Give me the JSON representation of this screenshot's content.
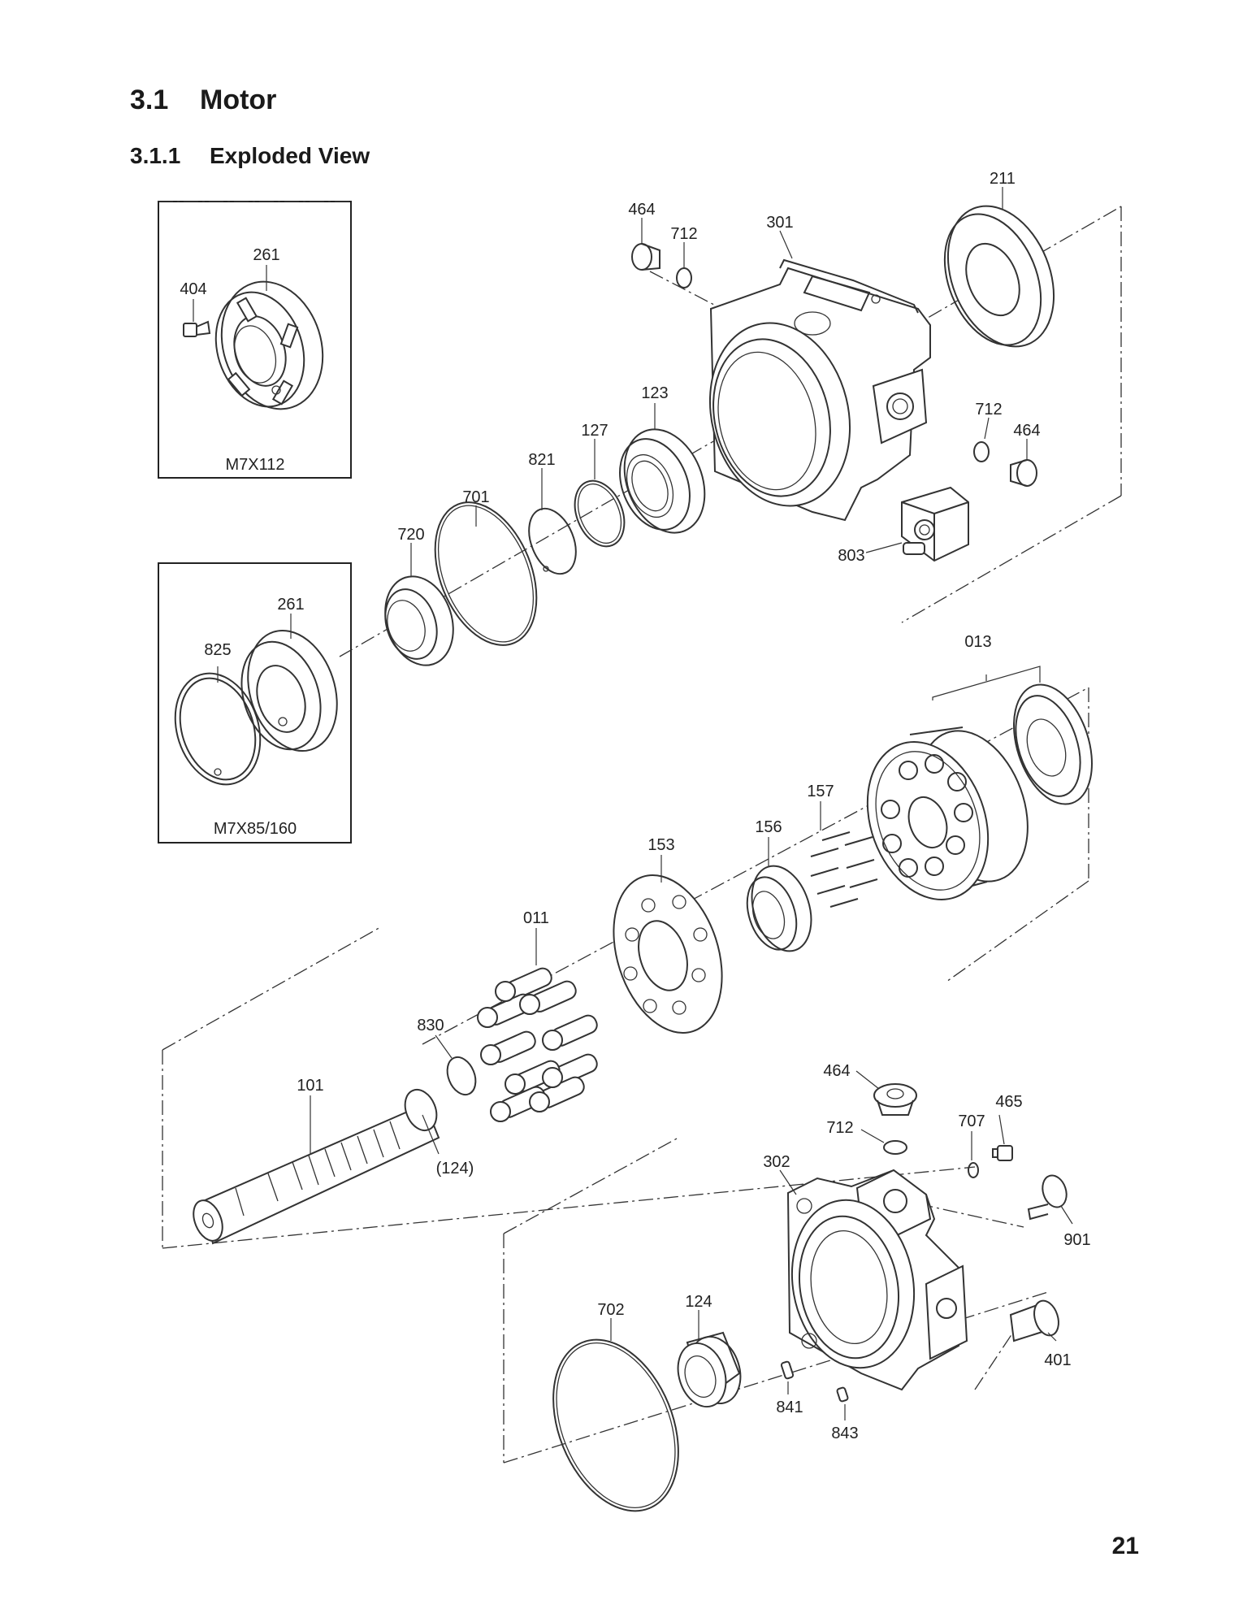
{
  "section": {
    "number": "3.1",
    "title": "Motor"
  },
  "subsection": {
    "number": "3.1.1",
    "title": "Exploded View"
  },
  "page_number": "21",
  "variant_boxes": [
    {
      "caption": "M7X112",
      "labels": [
        "261",
        "404"
      ]
    },
    {
      "caption": "M7X85/160",
      "labels": [
        "261",
        "825"
      ]
    }
  ],
  "part_labels": {
    "p211": "211",
    "p464a": "464",
    "p712a": "712",
    "p301": "301",
    "p123": "123",
    "p127": "127",
    "p821": "821",
    "p701": "701",
    "p720": "720",
    "p712b": "712",
    "p464b": "464",
    "p803": "803",
    "p013": "013",
    "p157": "157",
    "p156": "156",
    "p153": "153",
    "p011": "011",
    "p830": "830",
    "p101": "101",
    "p124a": "(124)",
    "p464c": "464",
    "p465": "465",
    "p707": "707",
    "p712c": "712",
    "p302": "302",
    "p901": "901",
    "p702": "702",
    "p124b": "124",
    "p401": "401",
    "p841": "841",
    "p843": "843"
  }
}
